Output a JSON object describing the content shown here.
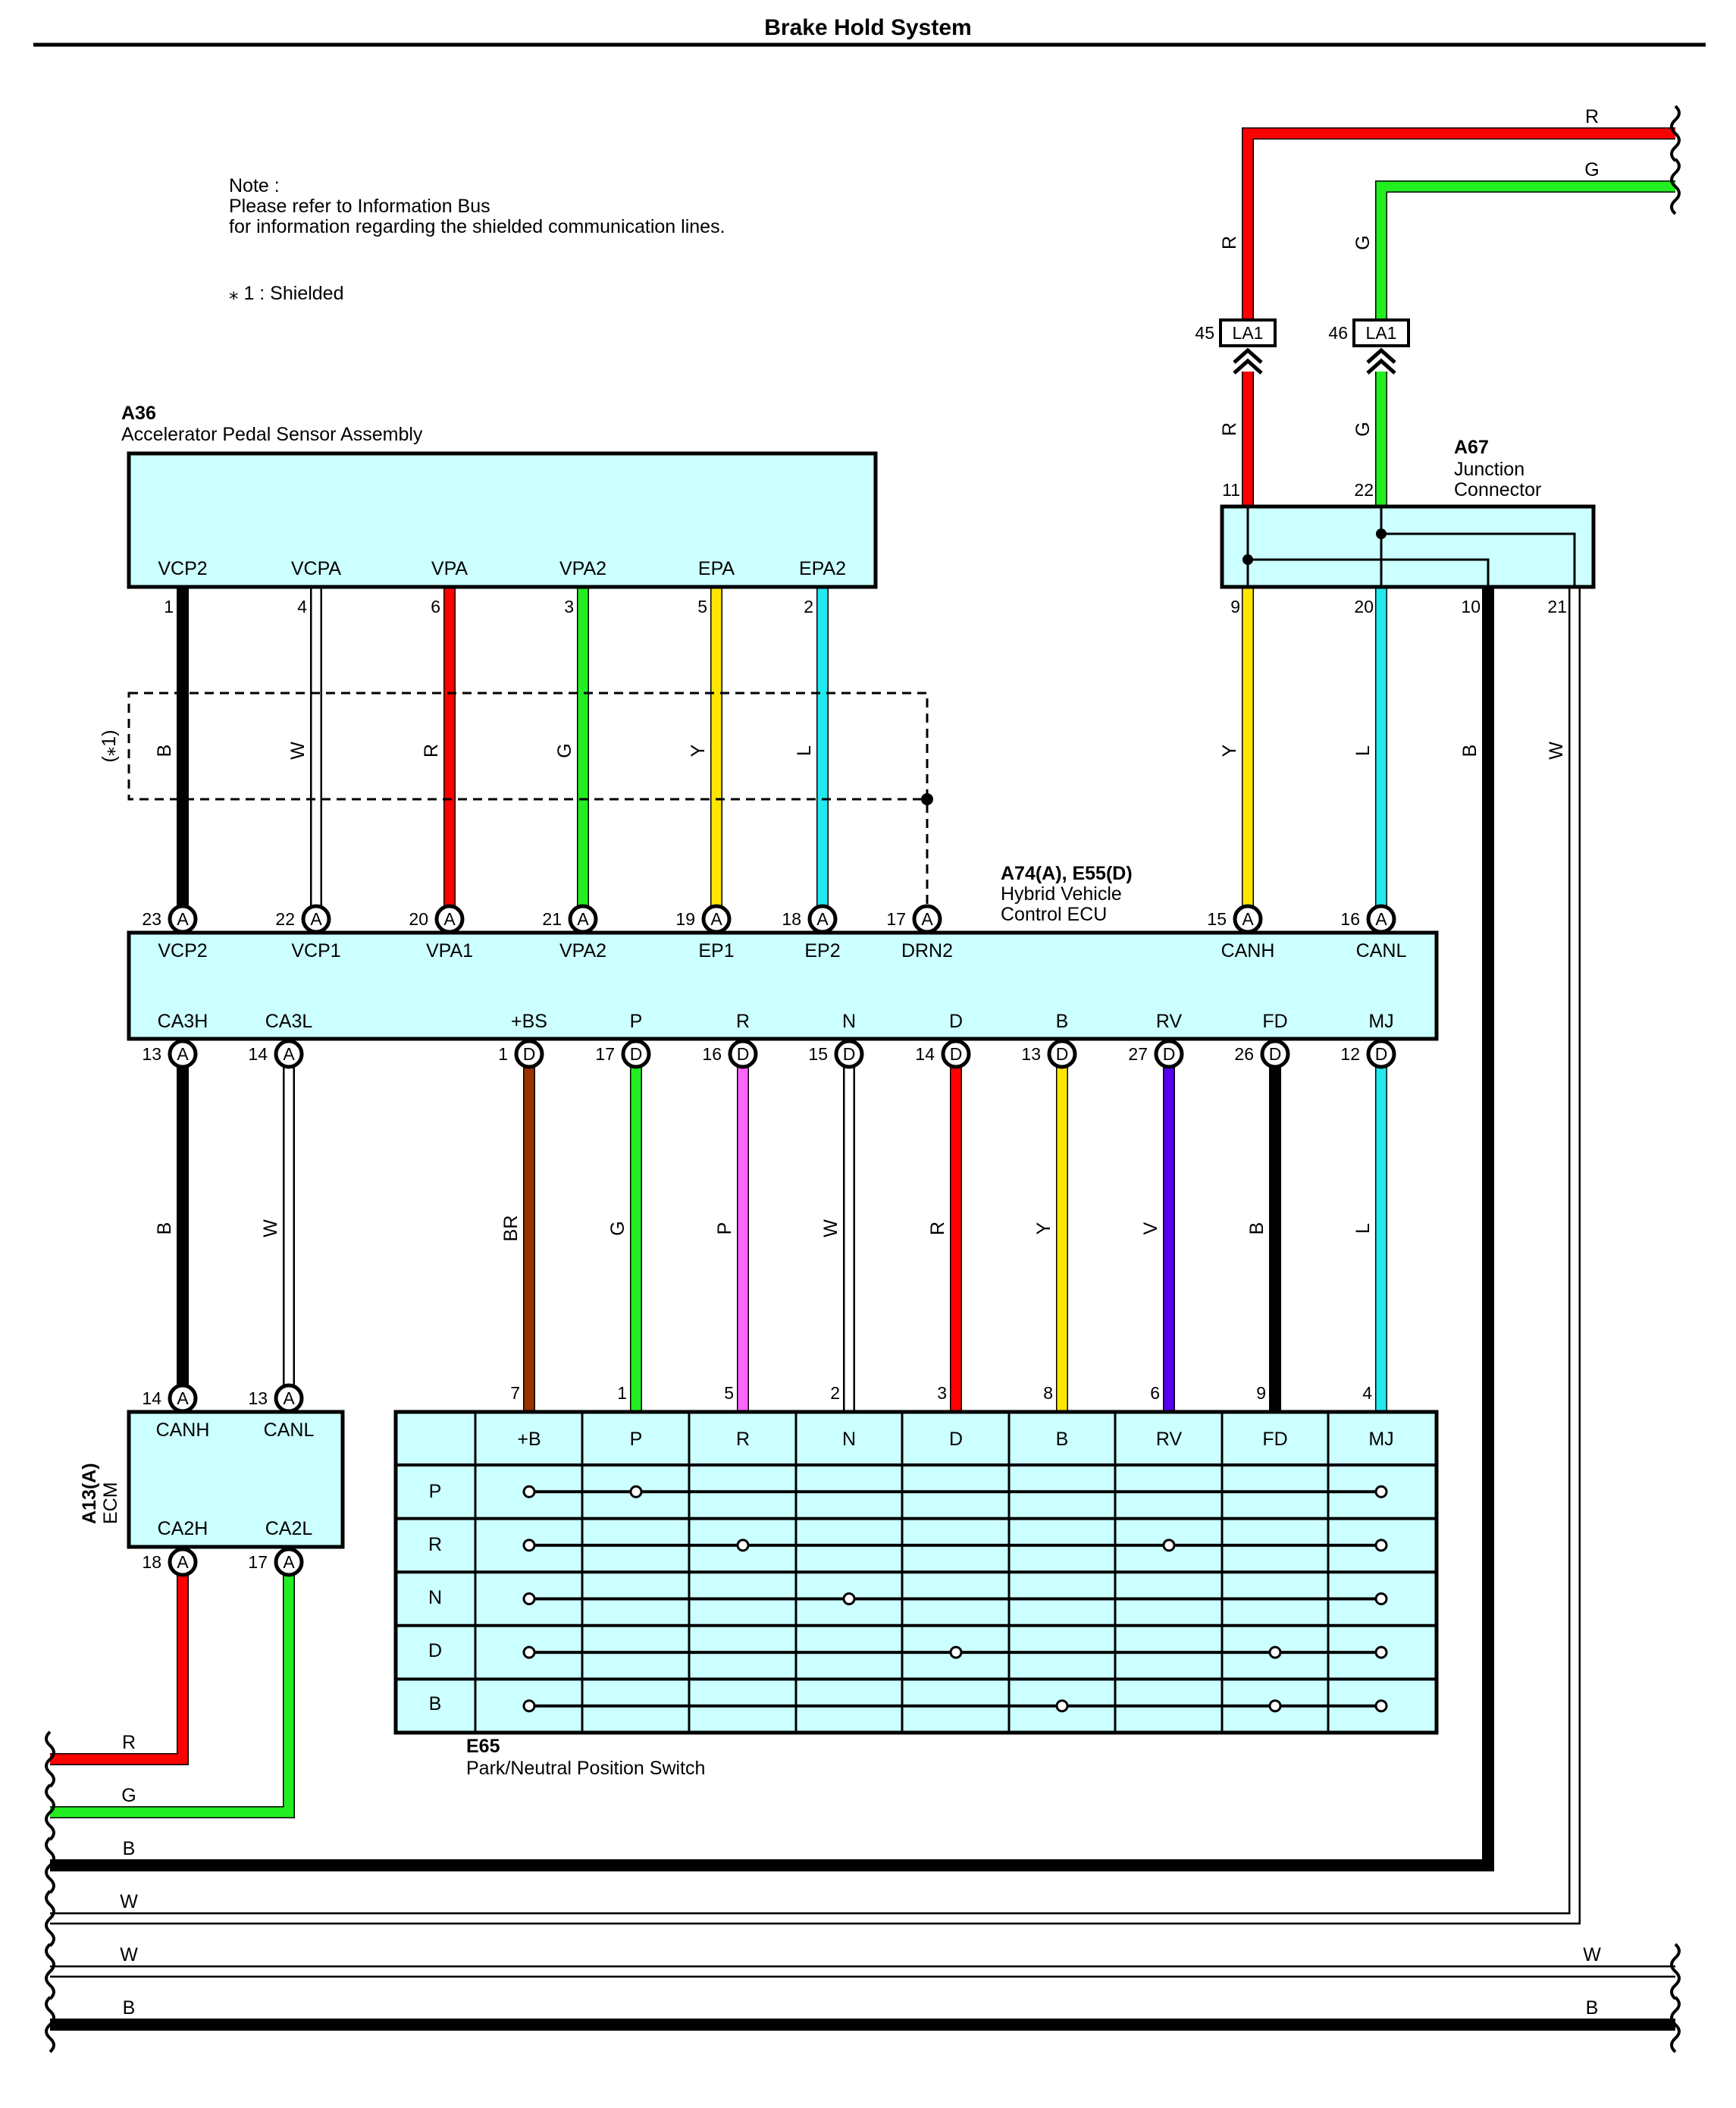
{
  "title": "Brake Hold System",
  "note": {
    "line1": "Note :",
    "line2": "Please refer to Information Bus",
    "line3": "for information regarding the shielded communication lines.",
    "shielded": "⁎ 1 : Shielded",
    "shield_mark": "(⁎1)"
  },
  "colors": {
    "B": "#000000",
    "W": "#ffffff",
    "R": "#ff0000",
    "G": "#22ee22",
    "Y": "#ffe600",
    "L": "#22e8f0",
    "BR": "#993300",
    "P": "#ff66ff",
    "V": "#5500ee",
    "box_fill": "#ccffff"
  },
  "a36": {
    "id": "A36",
    "name": "Accelerator Pedal Sensor Assembly",
    "pins": [
      {
        "label": "VCP2",
        "pin": "1",
        "wire": "B"
      },
      {
        "label": "VCPA",
        "pin": "4",
        "wire": "W"
      },
      {
        "label": "VPA",
        "pin": "6",
        "wire": "R"
      },
      {
        "label": "VPA2",
        "pin": "3",
        "wire": "G"
      },
      {
        "label": "EPA",
        "pin": "5",
        "wire": "Y"
      },
      {
        "label": "EPA2",
        "pin": "2",
        "wire": "L"
      }
    ]
  },
  "a67": {
    "id": "A67",
    "name_line1": "Junction",
    "name_line2": "Connector",
    "top_pins": [
      {
        "pin": "11",
        "wire": "R"
      },
      {
        "pin": "22",
        "wire": "G"
      }
    ],
    "bottom_pins": [
      {
        "pin": "9",
        "wire": "Y"
      },
      {
        "pin": "20",
        "wire": "L"
      },
      {
        "pin": "10",
        "wire": "B"
      },
      {
        "pin": "21",
        "wire": "W"
      }
    ]
  },
  "la1": [
    {
      "pin": "45",
      "label": "LA1",
      "wire": "R"
    },
    {
      "pin": "46",
      "label": "LA1",
      "wire": "G"
    }
  ],
  "ecu": {
    "id": "A74(A), E55(D)",
    "name_line1": "Hybrid Vehicle",
    "name_line2": "Control ECU",
    "top_pins": [
      {
        "label": "VCP2",
        "pin": "23",
        "conn": "A"
      },
      {
        "label": "VCP1",
        "pin": "22",
        "conn": "A"
      },
      {
        "label": "VPA1",
        "pin": "20",
        "conn": "A"
      },
      {
        "label": "VPA2",
        "pin": "21",
        "conn": "A"
      },
      {
        "label": "EP1",
        "pin": "19",
        "conn": "A"
      },
      {
        "label": "EP2",
        "pin": "18",
        "conn": "A"
      },
      {
        "label": "DRN2",
        "pin": "17",
        "conn": "A"
      },
      {
        "label": "CANH",
        "pin": "15",
        "conn": "A"
      },
      {
        "label": "CANL",
        "pin": "16",
        "conn": "A"
      }
    ],
    "bottom_pins": [
      {
        "label": "CA3H",
        "pin": "13",
        "conn": "A",
        "wire": "B"
      },
      {
        "label": "CA3L",
        "pin": "14",
        "conn": "A",
        "wire": "W"
      },
      {
        "label": "+BS",
        "pin": "1",
        "conn": "D",
        "wire": "BR"
      },
      {
        "label": "P",
        "pin": "17",
        "conn": "D",
        "wire": "G"
      },
      {
        "label": "R",
        "pin": "16",
        "conn": "D",
        "wire": "P"
      },
      {
        "label": "N",
        "pin": "15",
        "conn": "D",
        "wire": "W"
      },
      {
        "label": "D",
        "pin": "14",
        "conn": "D",
        "wire": "R"
      },
      {
        "label": "B",
        "pin": "13",
        "conn": "D",
        "wire": "Y"
      },
      {
        "label": "RV",
        "pin": "27",
        "conn": "D",
        "wire": "V"
      },
      {
        "label": "FD",
        "pin": "26",
        "conn": "D",
        "wire": "B"
      },
      {
        "label": "MJ",
        "pin": "12",
        "conn": "D",
        "wire": "L"
      }
    ]
  },
  "ecm": {
    "id": "A13(A)",
    "name": "ECM",
    "top_pins": [
      {
        "label": "CANH",
        "pin": "14",
        "conn": "A"
      },
      {
        "label": "CANL",
        "pin": "13",
        "conn": "A"
      }
    ],
    "bottom_pins": [
      {
        "label": "CA2H",
        "pin": "18",
        "conn": "A",
        "wire": "R"
      },
      {
        "label": "CA2L",
        "pin": "17",
        "conn": "A",
        "wire": "G"
      }
    ]
  },
  "e65": {
    "id": "E65",
    "name": "Park/Neutral Position Switch",
    "columns": [
      "+B",
      "P",
      "R",
      "N",
      "D",
      "B",
      "RV",
      "FD",
      "MJ"
    ],
    "pins": [
      "7",
      "1",
      "5",
      "2",
      "3",
      "8",
      "6",
      "9",
      "4"
    ],
    "rows": [
      {
        "pos": "P",
        "contacts": [
          0,
          1,
          8
        ]
      },
      {
        "pos": "R",
        "contacts": [
          0,
          2,
          6,
          8
        ]
      },
      {
        "pos": "N",
        "contacts": [
          0,
          3,
          8
        ]
      },
      {
        "pos": "D",
        "contacts": [
          0,
          4,
          7,
          8
        ]
      },
      {
        "pos": "B",
        "contacts": [
          0,
          5,
          7,
          8
        ]
      }
    ]
  },
  "bottom_bus": [
    {
      "label": "R",
      "wire": "R"
    },
    {
      "label": "G",
      "wire": "G"
    },
    {
      "label": "B",
      "wire": "B"
    },
    {
      "label": "W",
      "wire": "W"
    },
    {
      "label": "W",
      "wire": "W",
      "right_label": "W"
    },
    {
      "label": "B",
      "wire": "B",
      "right_label": "B"
    }
  ],
  "top_right_bus": [
    {
      "label": "R",
      "wire": "R"
    },
    {
      "label": "G",
      "wire": "G"
    }
  ]
}
